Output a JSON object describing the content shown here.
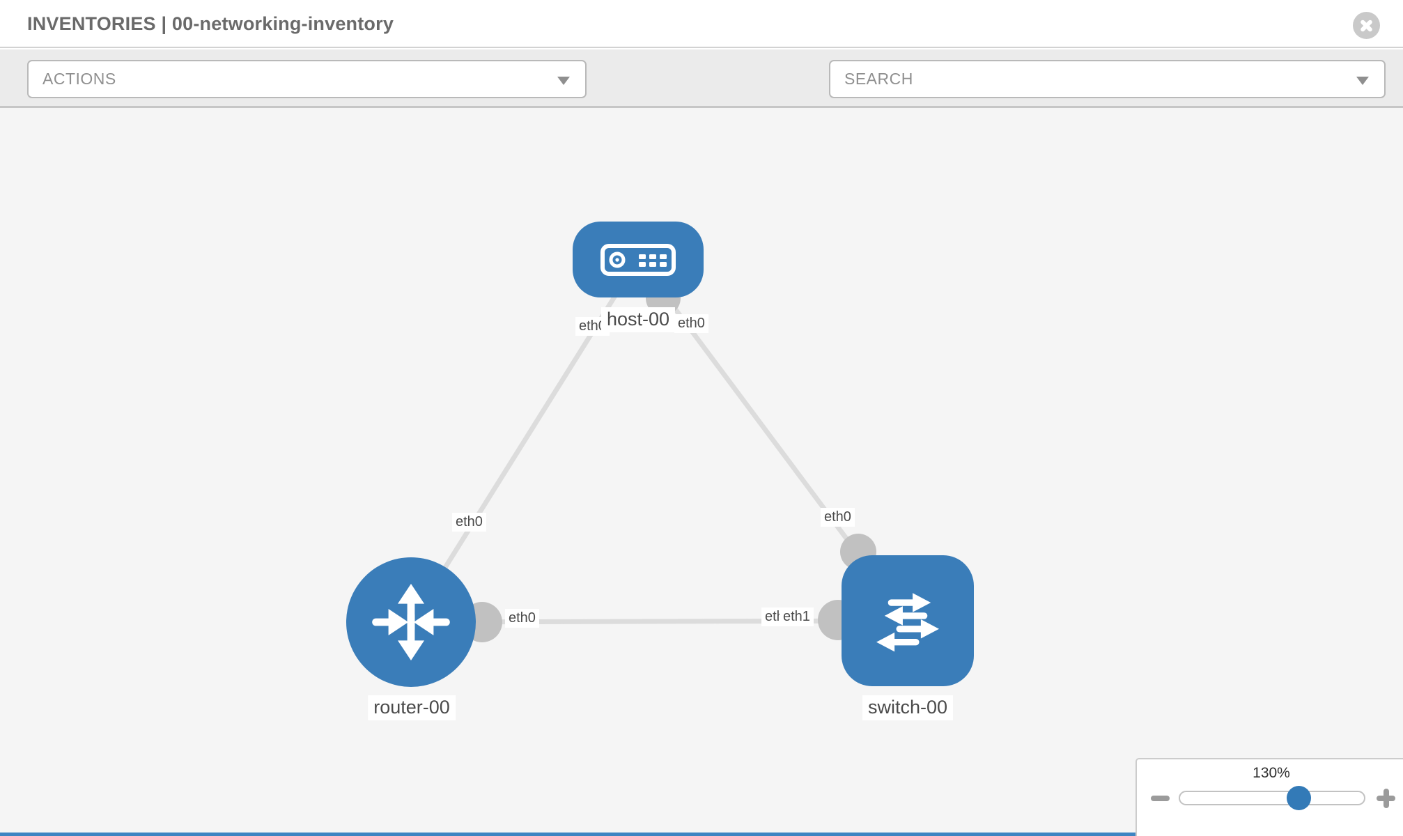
{
  "header": {
    "title": "INVENTORIES | 00-networking-inventory"
  },
  "toolbar": {
    "actions_label": "ACTIONS",
    "search_label": "SEARCH",
    "icons": [
      "wrench",
      "key"
    ]
  },
  "topology": {
    "nodes": [
      {
        "id": "host-00",
        "label": "host-00",
        "type": "host",
        "icon": "server-icon"
      },
      {
        "id": "router-00",
        "label": "router-00",
        "type": "router",
        "icon": "router-arrows-icon"
      },
      {
        "id": "switch-00",
        "label": "switch-00",
        "type": "switch",
        "icon": "switch-arrows-icon"
      }
    ],
    "links": [
      {
        "from": "host-00",
        "to": "router-00",
        "from_interface": "eth0",
        "to_interface": "eth0"
      },
      {
        "from": "host-00",
        "to": "switch-00",
        "from_interface": "eth0",
        "to_interface": "eth0"
      },
      {
        "from": "router-00",
        "to": "switch-00",
        "from_interface": "eth0",
        "to_interface": "eth1"
      }
    ],
    "interface_labels": {
      "host_left": "eth0",
      "host_right": "eth0",
      "router_top": "eth0",
      "router_right": "eth0",
      "switch_top": "eth0",
      "switch_left_under": "eth0",
      "switch_left_over": "eth1"
    }
  },
  "zoom_control": {
    "level": "130%"
  },
  "colors": {
    "node_blue": "#3a7db9",
    "link_gray": "#dcdcdc",
    "connector_gray": "#c1c1c1",
    "canvas_bg": "#f5f5f5",
    "toolbar_bg": "#ebebeb",
    "slider_handle_blue": "#337ab7"
  }
}
